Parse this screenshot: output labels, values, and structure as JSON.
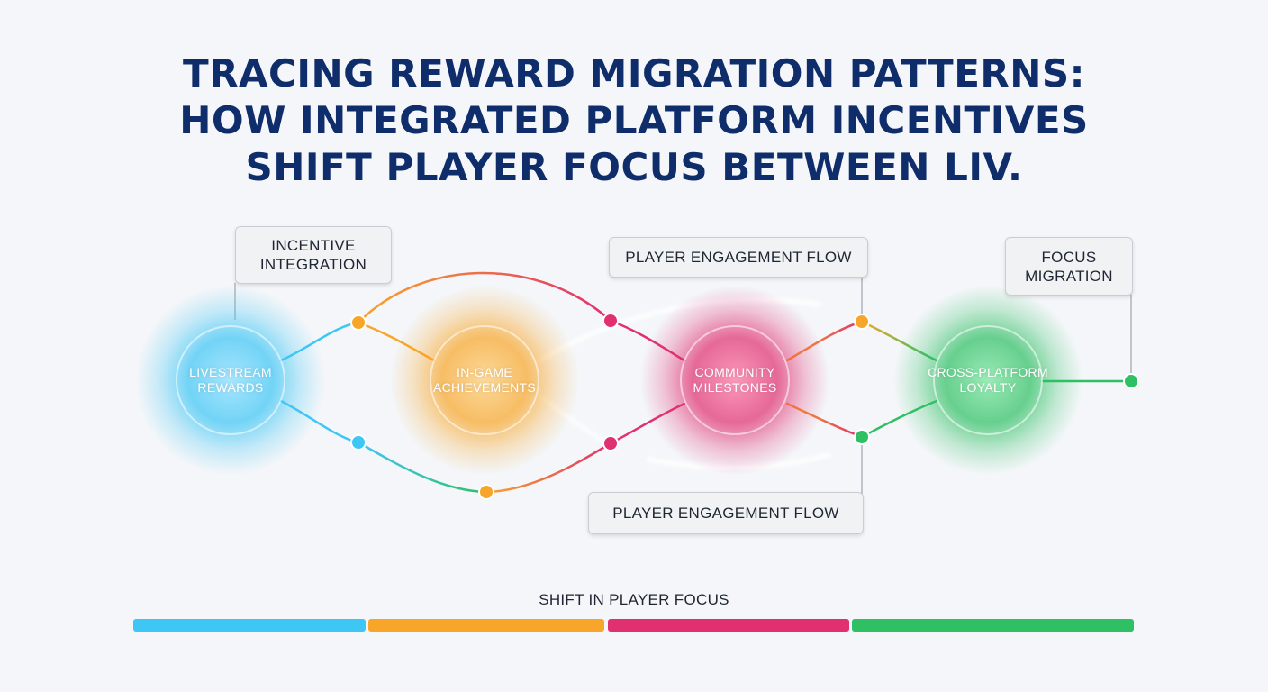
{
  "title": {
    "line1": "TRACING REWARD MIGRATION PATTERNS:",
    "line2": "HOW INTEGRATED PLATFORM INCENTIVES",
    "line3": "SHIFT PLAYER FOCUS BETWEEN LIV."
  },
  "nodes": [
    {
      "line1": "LIVESTREAM",
      "line2": "REWARDS",
      "color": "#3ec6f5"
    },
    {
      "line1": "IN-GAME",
      "line2": "ACHIEVEMENTS",
      "color": "#f8a629"
    },
    {
      "line1": "COMMUNITY",
      "line2": "MILESTONES",
      "color": "#e0306f"
    },
    {
      "line1": "CROSS-PLATFORM",
      "line2": "LOYALTY",
      "color": "#2ec063"
    }
  ],
  "callouts": {
    "incentive": {
      "line1": "INCENTIVE",
      "line2": "INTEGRATION"
    },
    "flow_top": "PLAYER ENGAGEMENT FLOW",
    "flow_bottom": "PLAYER ENGAGEMENT FLOW",
    "focus": {
      "line1": "FOCUS",
      "line2": "MIGRATION"
    }
  },
  "axis_caption": "SHIFT IN PLAYER FOCUS",
  "colors": {
    "blue": "#3ec6f5",
    "orange": "#f8a629",
    "pink": "#e0306f",
    "green": "#2ec063",
    "title": "#0f2d6b"
  }
}
